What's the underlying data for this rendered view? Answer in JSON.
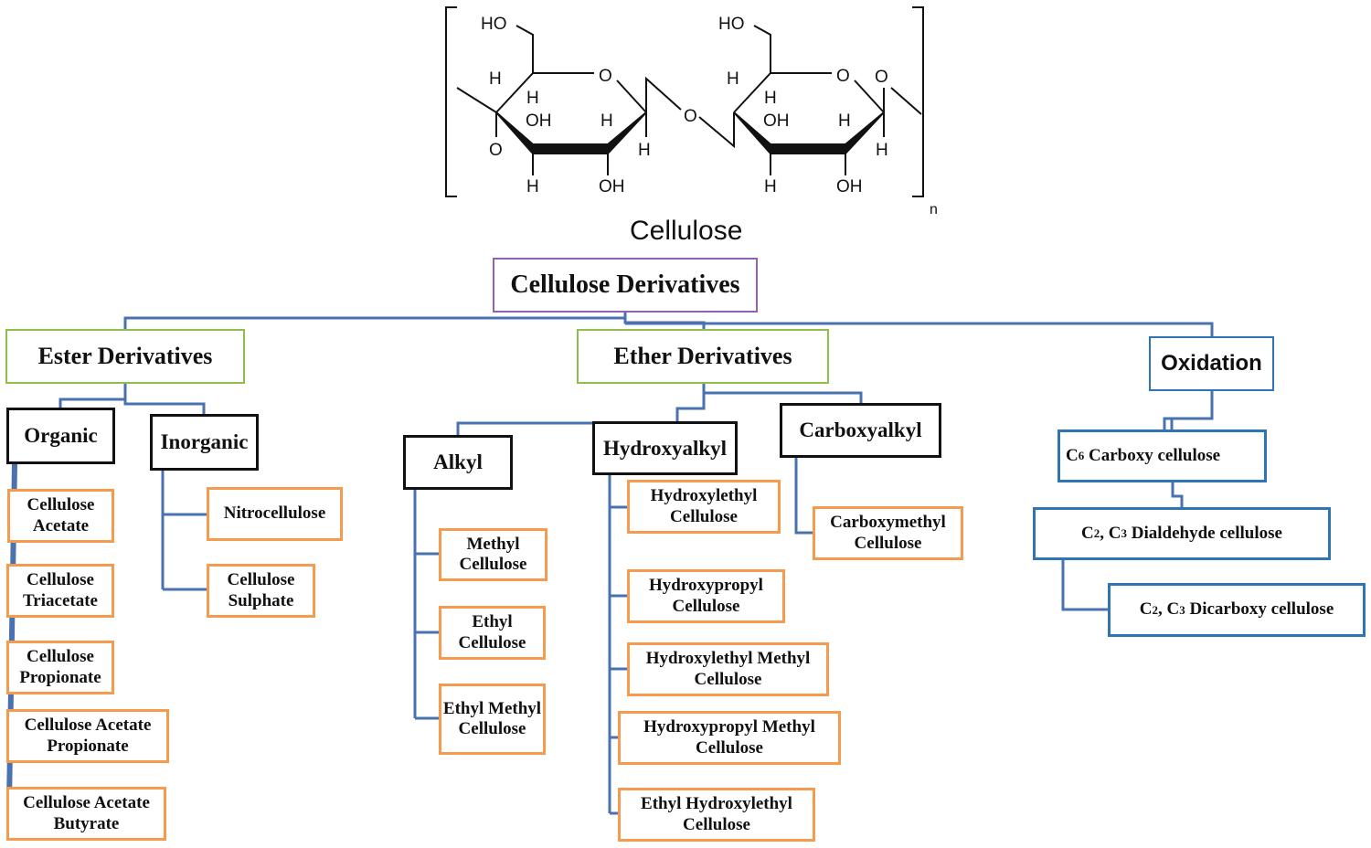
{
  "structure": {
    "caption": "Cellulose",
    "repeat_subscript": "n",
    "atom_labels": {
      "ho": "HO",
      "oh": "OH",
      "h": "H",
      "o": "O"
    }
  },
  "colors": {
    "connector": "#4a72b0",
    "root_border": "#8e63b4",
    "category_border": "#8fbe4a",
    "oxidation_border": "#2f75b5",
    "subgroup_border": "#111111",
    "leaf_border": "#f49b4f"
  },
  "tree": {
    "root": "Cellulose Derivatives",
    "ester": {
      "label": "Ester Derivatives",
      "organic": {
        "label": "Organic",
        "items": [
          "Cellulose Acetate",
          "Cellulose Triacetate",
          "Cellulose Propionate",
          "Cellulose Acetate Propionate",
          "Cellulose Acetate Butyrate"
        ]
      },
      "inorganic": {
        "label": "Inorganic",
        "items": [
          "Nitrocellulose",
          "Cellulose Sulphate"
        ]
      }
    },
    "ether": {
      "label": "Ether Derivatives",
      "alkyl": {
        "label": "Alkyl",
        "items": [
          "Methyl Cellulose",
          "Ethyl Cellulose",
          "Ethyl Methyl Cellulose"
        ]
      },
      "hydroxyalkyl": {
        "label": "Hydroxyalkyl",
        "items": [
          "Hydroxylethyl Cellulose",
          "Hydroxypropyl Cellulose",
          "Hydroxylethyl Methyl Cellulose",
          "Hydroxypropyl Methyl Cellulose",
          "Ethyl Hydroxylethyl Cellulose"
        ]
      },
      "carboxyalkyl": {
        "label": "Carboxyalkyl",
        "items": [
          "Carboxymethyl Cellulose"
        ]
      }
    },
    "oxidation": {
      "label": "Oxidation",
      "c6": {
        "sub_a": "6",
        "rest": " Carboxy cellulose"
      },
      "dialdehyde": {
        "sub_a": "2",
        "mid": ", C",
        "sub_b": "3",
        "rest": " Dialdehyde cellulose"
      },
      "dicarboxy": {
        "sub_a": "2",
        "mid": ", C",
        "sub_b": "3",
        "rest": " Dicarboxy cellulose"
      },
      "c_letter": "C"
    }
  }
}
